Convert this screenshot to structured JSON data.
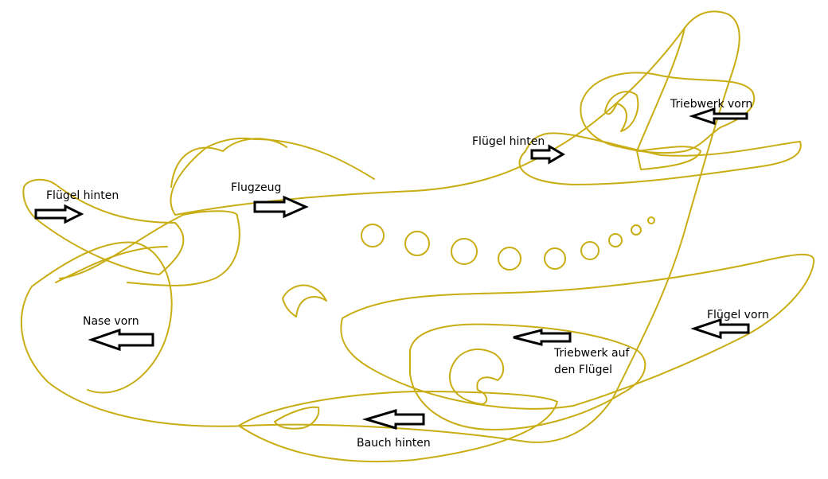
{
  "colors": {
    "outline": "#c9ad14",
    "arrow_stroke": "#000000",
    "background": "#ffffff"
  },
  "labels": {
    "fluegel_hinten_left": "Flügel hinten",
    "flugzeug": "Flugzeug",
    "fluegel_hinten_right": "Flügel hinten",
    "triebwerk_vorn": "Triebwerk vorn",
    "nase_vorn": "Nase vorn",
    "fluegel_vorn": "Flügel vorn",
    "triebwerk_fluegel_line1": "Triebwerk auf",
    "triebwerk_fluegel_line2": "den Flügel",
    "bauch_hinten": "Bauch hinten"
  }
}
